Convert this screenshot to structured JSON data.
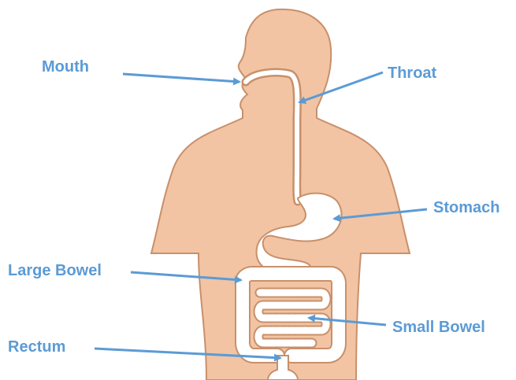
{
  "colors": {
    "body_fill": "#f2c4a4",
    "body_stroke": "#c8906a",
    "organ_fill": "#ffffff",
    "label_color": "#5b9bd5",
    "arrow_color": "#5b9bd5"
  },
  "labels": {
    "mouth": "Mouth",
    "throat": "Throat",
    "stomach": "Stomach",
    "large_bowel": "Large Bowel",
    "small_bowel": "Small Bowel",
    "rectum": "Rectum"
  }
}
